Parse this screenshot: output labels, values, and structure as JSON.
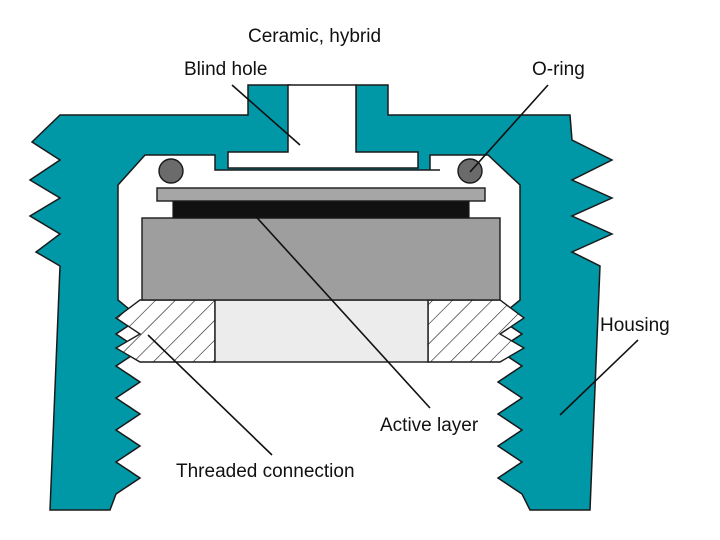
{
  "labels": {
    "ceramic": "Ceramic, hybrid",
    "blind_hole": "Blind hole",
    "o_ring": "O-ring",
    "housing": "Housing",
    "active_layer": "Active layer",
    "threaded_connection": "Threaded connection"
  },
  "colors": {
    "housing": "#0097a7",
    "outline": "#1a1a1a",
    "ceramic": "#9e9e9e",
    "diaphragm": "#a6a6a6",
    "active_layer": "#111111",
    "o_ring": "#6b6b6b",
    "insert": "#ececec",
    "thread_hatch": "#1a1a1a"
  }
}
